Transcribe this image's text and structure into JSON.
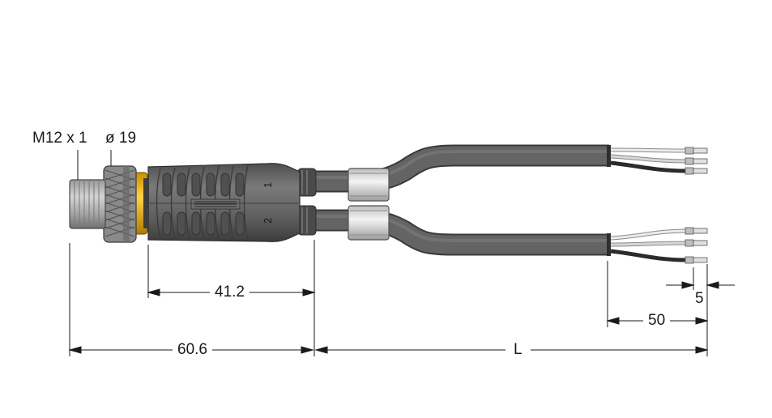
{
  "labels": {
    "thread": "M12 x 1",
    "diameter": "ø 19",
    "dim_body": "41.2",
    "dim_total": "60.6",
    "dim_length": "L",
    "dim_strip": "50",
    "dim_ferrule": "5",
    "port_1": "1",
    "port_2": "2"
  },
  "colors": {
    "cable": "#5c5c5c",
    "body": "#626262",
    "ring": "#f2b70a",
    "nut": "#8f8f8f",
    "wire_white": "#e6e6e6",
    "wire_black": "#2b2b2b",
    "wire_grey": "#a8a8a8"
  }
}
